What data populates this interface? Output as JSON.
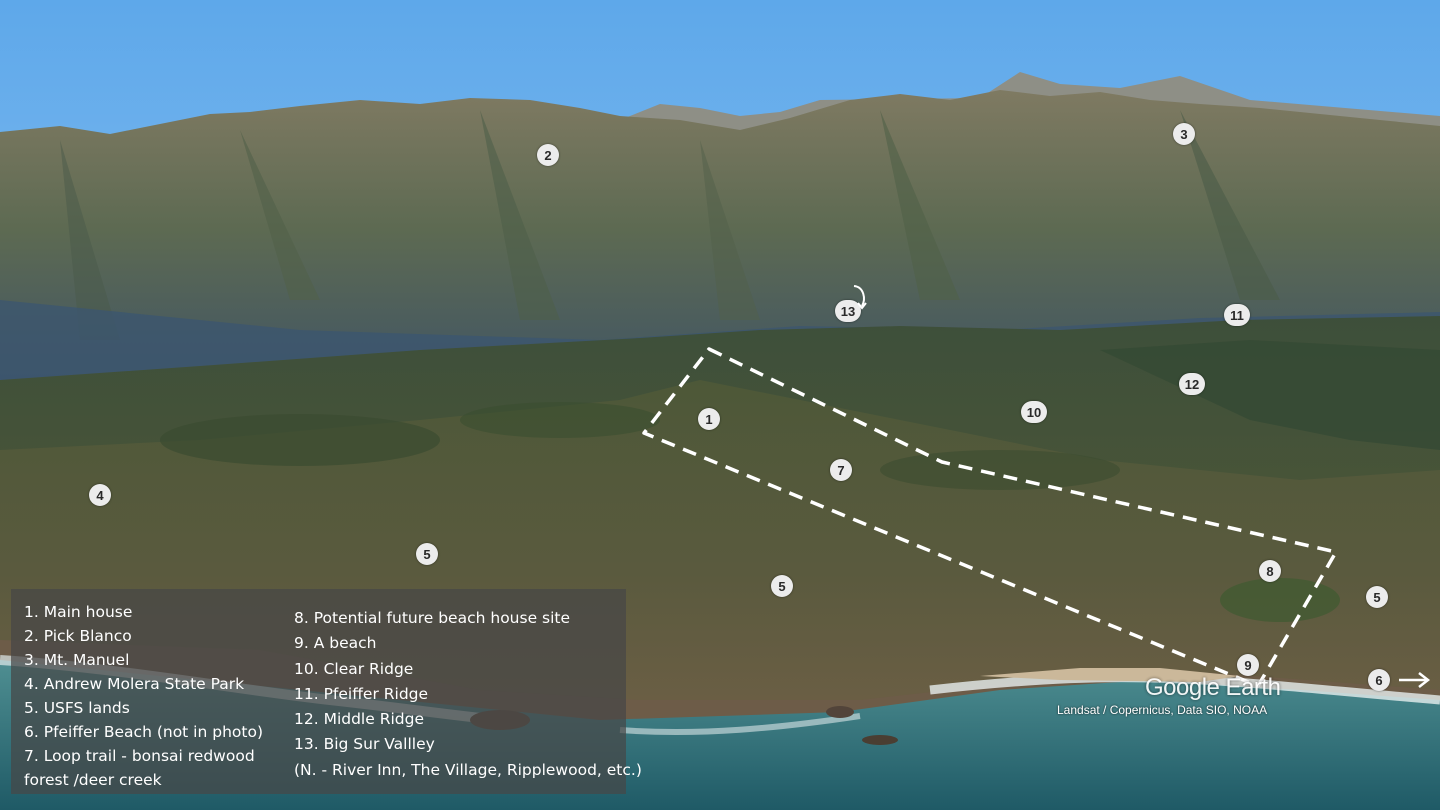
{
  "markers": [
    {
      "label": "1"
    },
    {
      "label": "2"
    },
    {
      "label": "3"
    },
    {
      "label": "4"
    },
    {
      "label": "5"
    },
    {
      "label": "5"
    },
    {
      "label": "5"
    },
    {
      "label": "6"
    },
    {
      "label": "7"
    },
    {
      "label": "8"
    },
    {
      "label": "9"
    },
    {
      "label": "10"
    },
    {
      "label": "11"
    },
    {
      "label": "12"
    },
    {
      "label": "13"
    }
  ],
  "legend": {
    "column1": [
      "1. Main house",
      "2. Pick Blanco",
      "3. Mt. Manuel",
      "4. Andrew Molera State Park",
      "5. USFS lands",
      "6. Pfeiffer Beach (not in photo)",
      "7. Loop trail - bonsai redwood",
      "forest /deer creek"
    ],
    "column2": [
      "8. Potential future beach house site",
      "9. A beach",
      "10. Clear Ridge",
      "11. Pfeiffer Ridge",
      "12. Middle Ridge",
      "13. Big Sur Vallley",
      "(N. - River Inn, The Village, Ripplewood, etc.)"
    ]
  },
  "watermark": "Google Earth",
  "attribution": "Landsat / Copernicus, Data SIO, NOAA",
  "colors": {
    "sky_top": "#5ea8ea",
    "sky_bottom": "#a9d3f5",
    "mountain_far": "#4f6a7e",
    "mountain_mid": "#4e5e48",
    "ridge_green": "#3e5132",
    "ocean": "#2f6f78",
    "boundary": "#ffffff"
  }
}
